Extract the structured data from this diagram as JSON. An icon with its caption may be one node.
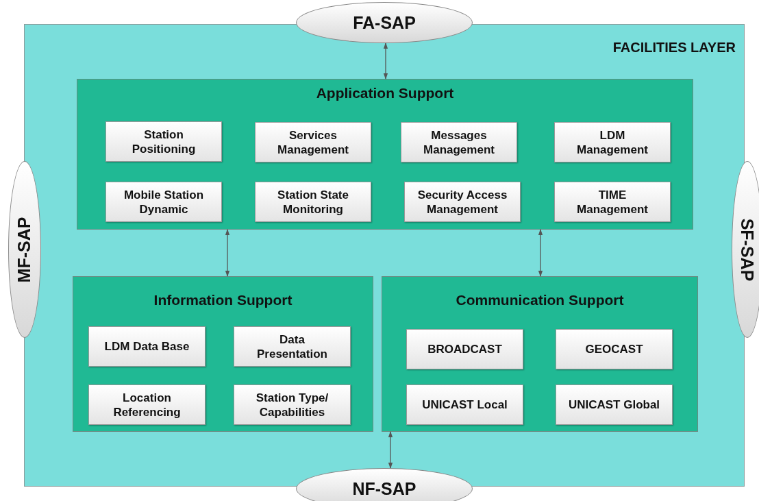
{
  "diagram": {
    "nodes": [
      {
        "text": [
          "FACILITIES LAYER"
        ]
      },
      {
        "text": [
          "FA-SAP"
        ]
      },
      {
        "text": [
          "MF-SAP"
        ]
      },
      {
        "text": [
          "SF-SAP"
        ]
      },
      {
        "text": [
          "Application Support"
        ],
        "in": 0
      },
      {
        "text": [
          "Station Positioning"
        ],
        "in": 4
      },
      {
        "text": [
          "Services Management"
        ],
        "in": 4
      },
      {
        "text": [
          "Messages Management"
        ],
        "in": 4
      },
      {
        "text": [
          "LDM Management"
        ],
        "in": 4
      },
      {
        "text": [
          "Mobile Station Dynamic"
        ],
        "in": 4
      },
      {
        "text": [
          "Station State Monitoring"
        ],
        "in": 4
      },
      {
        "text": [
          "Security Access Management"
        ],
        "in": 4
      },
      {
        "text": [
          "TIME Management"
        ],
        "in": 4
      },
      {
        "text": [
          "Information Support"
        ],
        "in": 0
      },
      {
        "text": [
          "LDM Data Base"
        ],
        "in": 13
      },
      {
        "text": [
          "Data Presentation"
        ],
        "in": 13
      },
      {
        "text": [
          "Location Referencing"
        ],
        "in": 13
      },
      {
        "text": [
          "Station Type/ Capabilities"
        ],
        "in": 13
      },
      {
        "text": [
          "Communication Support"
        ],
        "in": 0
      },
      {
        "text": [
          "BROADCAST"
        ],
        "in": 18
      },
      {
        "text": [
          "GEOCAST"
        ],
        "in": 18
      },
      {
        "text": [
          "UNICAST Local"
        ],
        "in": 18
      },
      {
        "text": [
          "UNICAST Global"
        ],
        "in": 18
      },
      {
        "text": [
          "NF-SAP"
        ]
      }
    ],
    "edges": [
      {
        "from": 1,
        "to": 4,
        "arrow": "both"
      },
      {
        "from": 4,
        "to": 13,
        "arrow": "both"
      },
      {
        "from": 4,
        "to": 18,
        "arrow": "both"
      },
      {
        "from": 18,
        "to": 23,
        "arrow": "both"
      }
    ]
  }
}
